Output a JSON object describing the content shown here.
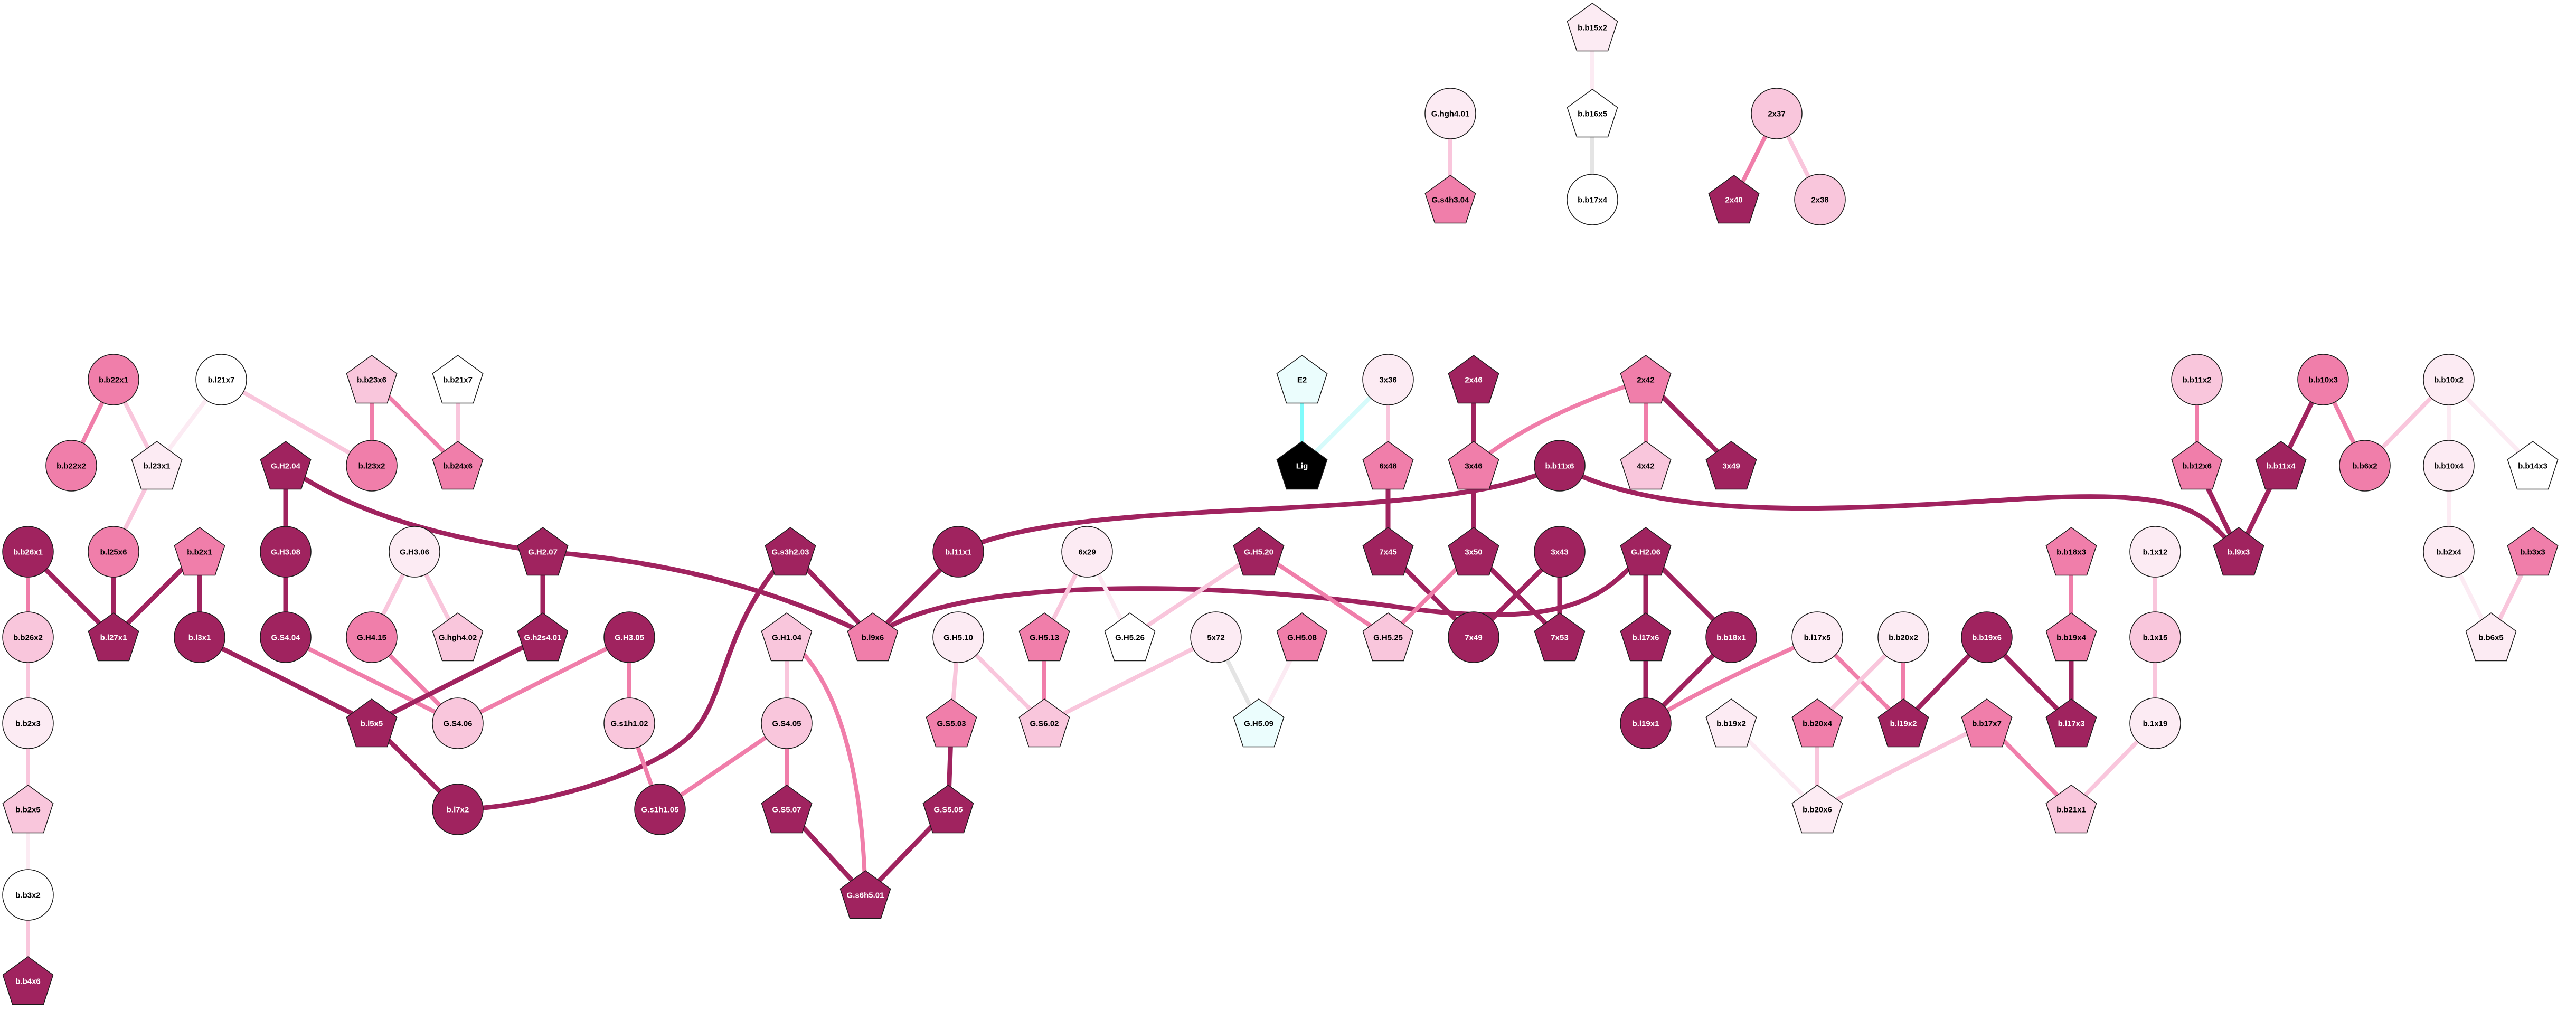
{
  "palette": {
    "dark": "#a0235f",
    "mid": "#f07eaa",
    "light": "#f9c6dc",
    "vlight": "#fcebf3",
    "white": "#ffffff",
    "cyan": "#ebfdfd",
    "black": "#000000",
    "edge_cyan": "#80fbfb",
    "edge_lcyan": "#d6fbfb",
    "edge_grey": "#e4e4e4",
    "stroke": "#1a1a1a"
  },
  "nodes": [
    {
      "id": "b.b15x2",
      "shape": "pentagon",
      "fill": "vlight"
    },
    {
      "id": "G.hgh4.01",
      "shape": "circle",
      "fill": "vlight"
    },
    {
      "id": "b.b16x5",
      "shape": "pentagon",
      "fill": "white"
    },
    {
      "id": "2x37",
      "shape": "circle",
      "fill": "light"
    },
    {
      "id": "G.s4h3.04",
      "shape": "pentagon",
      "fill": "mid"
    },
    {
      "id": "b.b17x4",
      "shape": "circle",
      "fill": "white"
    },
    {
      "id": "2x40",
      "shape": "pentagon",
      "fill": "dark"
    },
    {
      "id": "2x38",
      "shape": "circle",
      "fill": "light"
    },
    {
      "id": "b.b22x1",
      "shape": "circle",
      "fill": "mid"
    },
    {
      "id": "b.l21x7",
      "shape": "circle",
      "fill": "white"
    },
    {
      "id": "b.b23x6",
      "shape": "pentagon",
      "fill": "light"
    },
    {
      "id": "b.b21x7",
      "shape": "pentagon",
      "fill": "white"
    },
    {
      "id": "E2",
      "shape": "pentagon",
      "fill": "cyan"
    },
    {
      "id": "3x36",
      "shape": "circle",
      "fill": "vlight"
    },
    {
      "id": "2x46",
      "shape": "pentagon",
      "fill": "dark"
    },
    {
      "id": "2x42",
      "shape": "pentagon",
      "fill": "mid"
    },
    {
      "id": "b.b11x2",
      "shape": "circle",
      "fill": "light"
    },
    {
      "id": "b.b10x3",
      "shape": "circle",
      "fill": "mid"
    },
    {
      "id": "b.b10x2",
      "shape": "circle",
      "fill": "vlight"
    },
    {
      "id": "b.b22x2",
      "shape": "circle",
      "fill": "mid"
    },
    {
      "id": "b.l23x1",
      "shape": "pentagon",
      "fill": "vlight"
    },
    {
      "id": "G.H2.04",
      "shape": "pentagon",
      "fill": "dark"
    },
    {
      "id": "b.l23x2",
      "shape": "circle",
      "fill": "mid"
    },
    {
      "id": "b.b24x6",
      "shape": "pentagon",
      "fill": "mid"
    },
    {
      "id": "Lig",
      "shape": "pentagon",
      "fill": "black"
    },
    {
      "id": "6x48",
      "shape": "pentagon",
      "fill": "mid"
    },
    {
      "id": "3x46",
      "shape": "pentagon",
      "fill": "mid"
    },
    {
      "id": "b.b11x6",
      "shape": "circle",
      "fill": "dark"
    },
    {
      "id": "4x42",
      "shape": "pentagon",
      "fill": "light"
    },
    {
      "id": "3x49",
      "shape": "pentagon",
      "fill": "dark"
    },
    {
      "id": "b.b12x6",
      "shape": "pentagon",
      "fill": "mid"
    },
    {
      "id": "b.b11x4",
      "shape": "pentagon",
      "fill": "dark"
    },
    {
      "id": "b.b6x2",
      "shape": "circle",
      "fill": "mid"
    },
    {
      "id": "b.b10x4",
      "shape": "circle",
      "fill": "vlight"
    },
    {
      "id": "b.b14x3",
      "shape": "pentagon",
      "fill": "white"
    },
    {
      "id": "b.b26x1",
      "shape": "circle",
      "fill": "dark"
    },
    {
      "id": "b.l25x6",
      "shape": "circle",
      "fill": "mid"
    },
    {
      "id": "b.b2x1",
      "shape": "pentagon",
      "fill": "mid"
    },
    {
      "id": "G.H3.08",
      "shape": "circle",
      "fill": "dark"
    },
    {
      "id": "G.H3.06",
      "shape": "circle",
      "fill": "vlight"
    },
    {
      "id": "G.H2.07",
      "shape": "pentagon",
      "fill": "dark"
    },
    {
      "id": "G.s3h2.03",
      "shape": "pentagon",
      "fill": "dark"
    },
    {
      "id": "b.l11x1",
      "shape": "circle",
      "fill": "dark"
    },
    {
      "id": "6x29",
      "shape": "circle",
      "fill": "vlight"
    },
    {
      "id": "G.H5.20",
      "shape": "pentagon",
      "fill": "dark"
    },
    {
      "id": "7x45",
      "shape": "pentagon",
      "fill": "dark"
    },
    {
      "id": "3x50",
      "shape": "pentagon",
      "fill": "dark"
    },
    {
      "id": "3x43",
      "shape": "circle",
      "fill": "dark"
    },
    {
      "id": "G.H2.06",
      "shape": "pentagon",
      "fill": "dark"
    },
    {
      "id": "b.b18x3",
      "shape": "pentagon",
      "fill": "mid"
    },
    {
      "id": "b.1x12",
      "shape": "circle",
      "fill": "vlight"
    },
    {
      "id": "b.l9x3",
      "shape": "pentagon",
      "fill": "dark"
    },
    {
      "id": "b.b2x4",
      "shape": "circle",
      "fill": "vlight"
    },
    {
      "id": "b.b3x3",
      "shape": "pentagon",
      "fill": "mid"
    },
    {
      "id": "b.b26x2",
      "shape": "circle",
      "fill": "light"
    },
    {
      "id": "b.l27x1",
      "shape": "pentagon",
      "fill": "dark"
    },
    {
      "id": "b.l3x1",
      "shape": "circle",
      "fill": "dark"
    },
    {
      "id": "G.S4.04",
      "shape": "circle",
      "fill": "dark"
    },
    {
      "id": "G.H4.15",
      "shape": "circle",
      "fill": "mid"
    },
    {
      "id": "G.hgh4.02",
      "shape": "pentagon",
      "fill": "light"
    },
    {
      "id": "G.h2s4.01",
      "shape": "pentagon",
      "fill": "dark"
    },
    {
      "id": "G.H3.05",
      "shape": "circle",
      "fill": "dark"
    },
    {
      "id": "G.H1.04",
      "shape": "pentagon",
      "fill": "light"
    },
    {
      "id": "b.l9x6",
      "shape": "pentagon",
      "fill": "mid"
    },
    {
      "id": "G.H5.10",
      "shape": "circle",
      "fill": "vlight"
    },
    {
      "id": "G.H5.13",
      "shape": "pentagon",
      "fill": "mid"
    },
    {
      "id": "G.H5.26",
      "shape": "pentagon",
      "fill": "white"
    },
    {
      "id": "5x72",
      "shape": "circle",
      "fill": "vlight"
    },
    {
      "id": "G.H5.08",
      "shape": "pentagon",
      "fill": "mid"
    },
    {
      "id": "G.H5.25",
      "shape": "pentagon",
      "fill": "light"
    },
    {
      "id": "7x49",
      "shape": "circle",
      "fill": "dark"
    },
    {
      "id": "7x53",
      "shape": "pentagon",
      "fill": "dark"
    },
    {
      "id": "b.l17x6",
      "shape": "pentagon",
      "fill": "dark"
    },
    {
      "id": "b.b18x1",
      "shape": "circle",
      "fill": "dark"
    },
    {
      "id": "b.l17x5",
      "shape": "circle",
      "fill": "vlight"
    },
    {
      "id": "b.b20x2",
      "shape": "circle",
      "fill": "vlight"
    },
    {
      "id": "b.b19x6",
      "shape": "circle",
      "fill": "dark"
    },
    {
      "id": "b.b19x4",
      "shape": "pentagon",
      "fill": "mid"
    },
    {
      "id": "b.1x15",
      "shape": "circle",
      "fill": "light"
    },
    {
      "id": "b.b6x5",
      "shape": "pentagon",
      "fill": "vlight"
    },
    {
      "id": "b.b2x3",
      "shape": "circle",
      "fill": "vlight"
    },
    {
      "id": "b.l5x5",
      "shape": "pentagon",
      "fill": "dark"
    },
    {
      "id": "G.S4.06",
      "shape": "circle",
      "fill": "light"
    },
    {
      "id": "G.s1h1.02",
      "shape": "circle",
      "fill": "light"
    },
    {
      "id": "G.S4.05",
      "shape": "circle",
      "fill": "light"
    },
    {
      "id": "G.S5.03",
      "shape": "pentagon",
      "fill": "mid"
    },
    {
      "id": "G.S6.02",
      "shape": "pentagon",
      "fill": "light"
    },
    {
      "id": "G.H5.09",
      "shape": "pentagon",
      "fill": "cyan"
    },
    {
      "id": "b.l19x1",
      "shape": "circle",
      "fill": "dark"
    },
    {
      "id": "b.b19x2",
      "shape": "pentagon",
      "fill": "vlight"
    },
    {
      "id": "b.b20x4",
      "shape": "pentagon",
      "fill": "mid"
    },
    {
      "id": "b.l19x2",
      "shape": "pentagon",
      "fill": "dark"
    },
    {
      "id": "b.b17x7",
      "shape": "pentagon",
      "fill": "mid"
    },
    {
      "id": "b.l17x3",
      "shape": "pentagon",
      "fill": "dark"
    },
    {
      "id": "b.1x19",
      "shape": "circle",
      "fill": "vlight"
    },
    {
      "id": "b.b2x5",
      "shape": "pentagon",
      "fill": "light"
    },
    {
      "id": "b.l7x2",
      "shape": "circle",
      "fill": "dark"
    },
    {
      "id": "G.s1h1.05",
      "shape": "circle",
      "fill": "dark"
    },
    {
      "id": "G.S5.07",
      "shape": "pentagon",
      "fill": "dark"
    },
    {
      "id": "G.S5.05",
      "shape": "pentagon",
      "fill": "dark"
    },
    {
      "id": "b.b20x6",
      "shape": "pentagon",
      "fill": "vlight"
    },
    {
      "id": "b.b21x1",
      "shape": "pentagon",
      "fill": "light"
    },
    {
      "id": "b.b3x2",
      "shape": "circle",
      "fill": "white"
    },
    {
      "id": "G.s6h5.01",
      "shape": "pentagon",
      "fill": "dark"
    },
    {
      "id": "b.b4x6",
      "shape": "pentagon",
      "fill": "dark"
    }
  ],
  "edges": [
    [
      "b.b15x2",
      "b.b16x5",
      "vlight"
    ],
    [
      "b.b16x5",
      "b.b17x4",
      "edge_grey"
    ],
    [
      "G.hgh4.01",
      "G.s4h3.04",
      "light"
    ],
    [
      "2x37",
      "2x40",
      "mid"
    ],
    [
      "2x37",
      "2x38",
      "light"
    ],
    [
      "b.b22x1",
      "b.b22x2",
      "mid"
    ],
    [
      "b.b22x1",
      "b.l23x1",
      "light"
    ],
    [
      "b.l21x7",
      "b.l23x1",
      "vlight"
    ],
    [
      "b.l21x7",
      "b.l23x2",
      "light"
    ],
    [
      "b.b23x6",
      "b.l23x2",
      "mid"
    ],
    [
      "b.b23x6",
      "b.b24x6",
      "mid"
    ],
    [
      "b.b21x7",
      "b.b24x6",
      "light"
    ],
    [
      "b.l23x1",
      "b.l25x6",
      "light"
    ],
    [
      "b.l25x6",
      "b.l27x1",
      "dark"
    ],
    [
      "b.b26x1",
      "b.l27x1",
      "dark"
    ],
    [
      "b.b2x1",
      "b.l27x1",
      "dark"
    ],
    [
      "b.b2x1",
      "b.l3x1",
      "dark"
    ],
    [
      "b.b26x1",
      "b.b26x2",
      "mid"
    ],
    [
      "b.b26x2",
      "b.b2x3",
      "light"
    ],
    [
      "b.b2x3",
      "b.b2x5",
      "light"
    ],
    [
      "b.b2x5",
      "b.b3x2",
      "vlight"
    ],
    [
      "b.b3x2",
      "b.b4x6",
      "light"
    ],
    [
      "G.H2.04",
      "G.H3.08",
      "dark"
    ],
    [
      "G.H3.08",
      "G.S4.04",
      "dark"
    ],
    [
      "G.H2.04",
      "G.H2.07",
      "dark"
    ],
    [
      "G.H2.07",
      "G.h2s4.01",
      "dark"
    ],
    [
      "G.H2.07",
      "b.l9x6",
      "dark"
    ],
    [
      "G.H3.06",
      "G.H4.15",
      "light"
    ],
    [
      "G.H3.06",
      "G.hgh4.02",
      "light"
    ],
    [
      "b.l3x1",
      "b.l5x5",
      "dark"
    ],
    [
      "G.S4.04",
      "G.S4.06",
      "mid"
    ],
    [
      "G.H4.15",
      "G.S4.06",
      "mid"
    ],
    [
      "G.h2s4.01",
      "b.l5x5",
      "dark"
    ],
    [
      "G.H3.05",
      "G.S4.06",
      "mid"
    ],
    [
      "G.H3.05",
      "G.s1h1.02",
      "mid"
    ],
    [
      "b.l5x5",
      "b.l7x2",
      "dark"
    ],
    [
      "G.s3h2.03",
      "b.l7x2",
      "dark"
    ],
    [
      "G.s1h1.02",
      "G.s1h1.05",
      "mid"
    ],
    [
      "G.s3h2.03",
      "b.l9x6",
      "dark"
    ],
    [
      "b.l11x1",
      "b.l9x6",
      "dark"
    ],
    [
      "b.l11x1",
      "b.b11x6",
      "dark"
    ],
    [
      "b.l9x6",
      "G.H2.06",
      "dark"
    ],
    [
      "6x29",
      "G.H5.13",
      "light"
    ],
    [
      "6x29",
      "G.H5.26",
      "vlight"
    ],
    [
      "G.H5.20",
      "G.H5.26",
      "light"
    ],
    [
      "G.H5.20",
      "G.H5.25",
      "mid"
    ],
    [
      "G.H1.04",
      "G.S4.05",
      "light"
    ],
    [
      "G.H1.04",
      "G.s6h5.01",
      "mid"
    ],
    [
      "G.S4.05",
      "G.s1h1.05",
      "mid"
    ],
    [
      "G.S4.05",
      "G.S5.07",
      "mid"
    ],
    [
      "G.H5.10",
      "G.S5.03",
      "light"
    ],
    [
      "G.H5.10",
      "G.S6.02",
      "light"
    ],
    [
      "G.H5.13",
      "G.S6.02",
      "mid"
    ],
    [
      "5x72",
      "G.S6.02",
      "light"
    ],
    [
      "5x72",
      "G.H5.09",
      "edge_grey"
    ],
    [
      "G.H5.08",
      "G.H5.09",
      "vlight"
    ],
    [
      "G.S5.03",
      "G.S5.05",
      "dark"
    ],
    [
      "G.S5.07",
      "G.s6h5.01",
      "dark"
    ],
    [
      "G.S5.05",
      "G.s6h5.01",
      "dark"
    ],
    [
      "E2",
      "Lig",
      "edge_cyan"
    ],
    [
      "3x36",
      "Lig",
      "edge_lcyan"
    ],
    [
      "3x36",
      "6x48",
      "light"
    ],
    [
      "2x46",
      "3x46",
      "dark"
    ],
    [
      "2x42",
      "3x46",
      "mid"
    ],
    [
      "2x42",
      "4x42",
      "mid"
    ],
    [
      "2x42",
      "3x49",
      "dark"
    ],
    [
      "6x48",
      "7x45",
      "dark"
    ],
    [
      "3x46",
      "3x50",
      "dark"
    ],
    [
      "7x45",
      "7x49",
      "dark"
    ],
    [
      "3x50",
      "G.H5.25",
      "mid"
    ],
    [
      "3x50",
      "7x53",
      "dark"
    ],
    [
      "3x43",
      "7x49",
      "dark"
    ],
    [
      "3x43",
      "7x53",
      "dark"
    ],
    [
      "G.H2.06",
      "b.l17x6",
      "dark"
    ],
    [
      "G.H2.06",
      "b.b18x1",
      "dark"
    ],
    [
      "b.l17x6",
      "b.l19x1",
      "dark"
    ],
    [
      "b.b18x1",
      "b.l19x1",
      "dark"
    ],
    [
      "b.l17x5",
      "b.l19x1",
      "mid"
    ],
    [
      "b.l17x5",
      "b.l19x2",
      "mid"
    ],
    [
      "b.b20x2",
      "b.b20x4",
      "light"
    ],
    [
      "b.b20x2",
      "b.l19x2",
      "mid"
    ],
    [
      "b.b19x2",
      "b.b20x6",
      "vlight"
    ],
    [
      "b.b20x4",
      "b.b20x6",
      "light"
    ],
    [
      "b.b17x7",
      "b.b20x6",
      "light"
    ],
    [
      "b.b19x6",
      "b.l19x2",
      "dark"
    ],
    [
      "b.b19x6",
      "b.l17x3",
      "dark"
    ],
    [
      "b.b18x3",
      "b.b19x4",
      "mid"
    ],
    [
      "b.b19x4",
      "b.l17x3",
      "dark"
    ],
    [
      "b.b17x7",
      "b.b21x1",
      "mid"
    ],
    [
      "b.1x19",
      "b.b21x1",
      "light"
    ],
    [
      "b.1x12",
      "b.1x15",
      "light"
    ],
    [
      "b.1x15",
      "b.1x19",
      "light"
    ],
    [
      "b.b11x2",
      "b.b12x6",
      "mid"
    ],
    [
      "b.b12x6",
      "b.l9x3",
      "dark"
    ],
    [
      "b.b10x3",
      "b.b11x4",
      "dark"
    ],
    [
      "b.b11x4",
      "b.l9x3",
      "dark"
    ],
    [
      "b.b10x3",
      "b.b6x2",
      "mid"
    ],
    [
      "b.b10x2",
      "b.b6x2",
      "light"
    ],
    [
      "b.b10x2",
      "b.b10x4",
      "vlight"
    ],
    [
      "b.b10x2",
      "b.b14x3",
      "vlight"
    ],
    [
      "b.b10x4",
      "b.b2x4",
      "vlight"
    ],
    [
      "b.b2x4",
      "b.b6x5",
      "vlight"
    ],
    [
      "b.b3x3",
      "b.b6x5",
      "light"
    ],
    [
      "b.b11x6",
      "b.l9x3",
      "dark"
    ]
  ]
}
